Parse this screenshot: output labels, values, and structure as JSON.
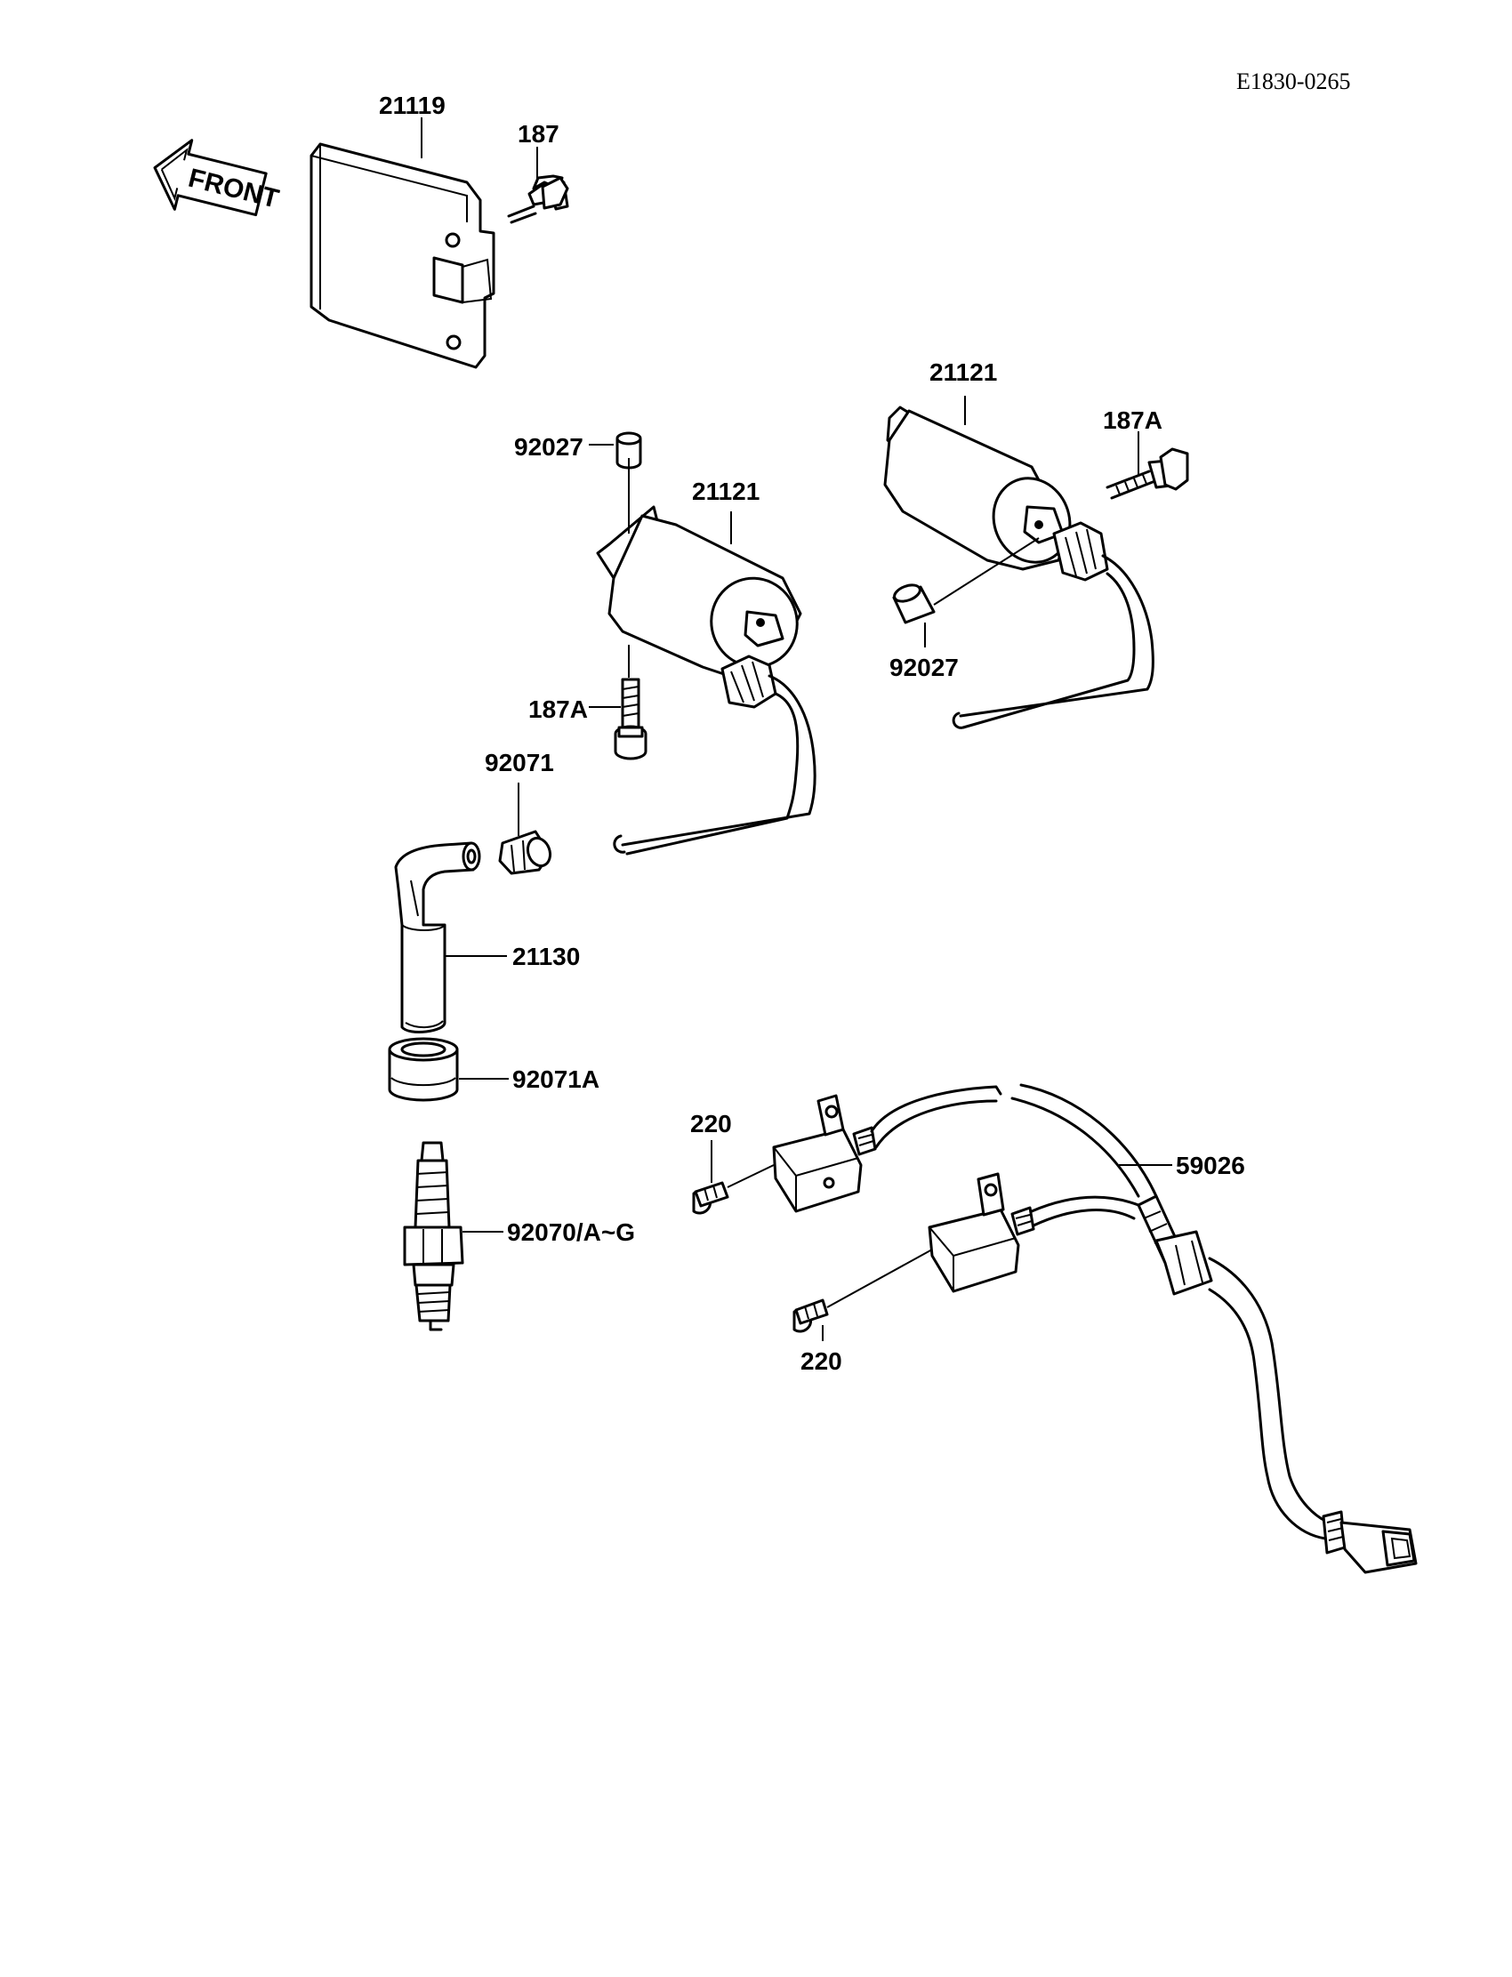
{
  "diagram_id": "E1830-0265",
  "front_label": "FRONT",
  "callouts": {
    "c_21119": "21119",
    "c_187": "187",
    "c_92027_a": "92027",
    "c_21121_a": "21121",
    "c_187A_a": "187A",
    "c_21121_b": "21121",
    "c_187A_b": "187A",
    "c_92027_b": "92027",
    "c_92071": "92071",
    "c_21130": "21130",
    "c_92071A": "92071A",
    "c_92070": "92070/A~G",
    "c_220_a": "220",
    "c_59026": "59026",
    "c_220_b": "220"
  }
}
